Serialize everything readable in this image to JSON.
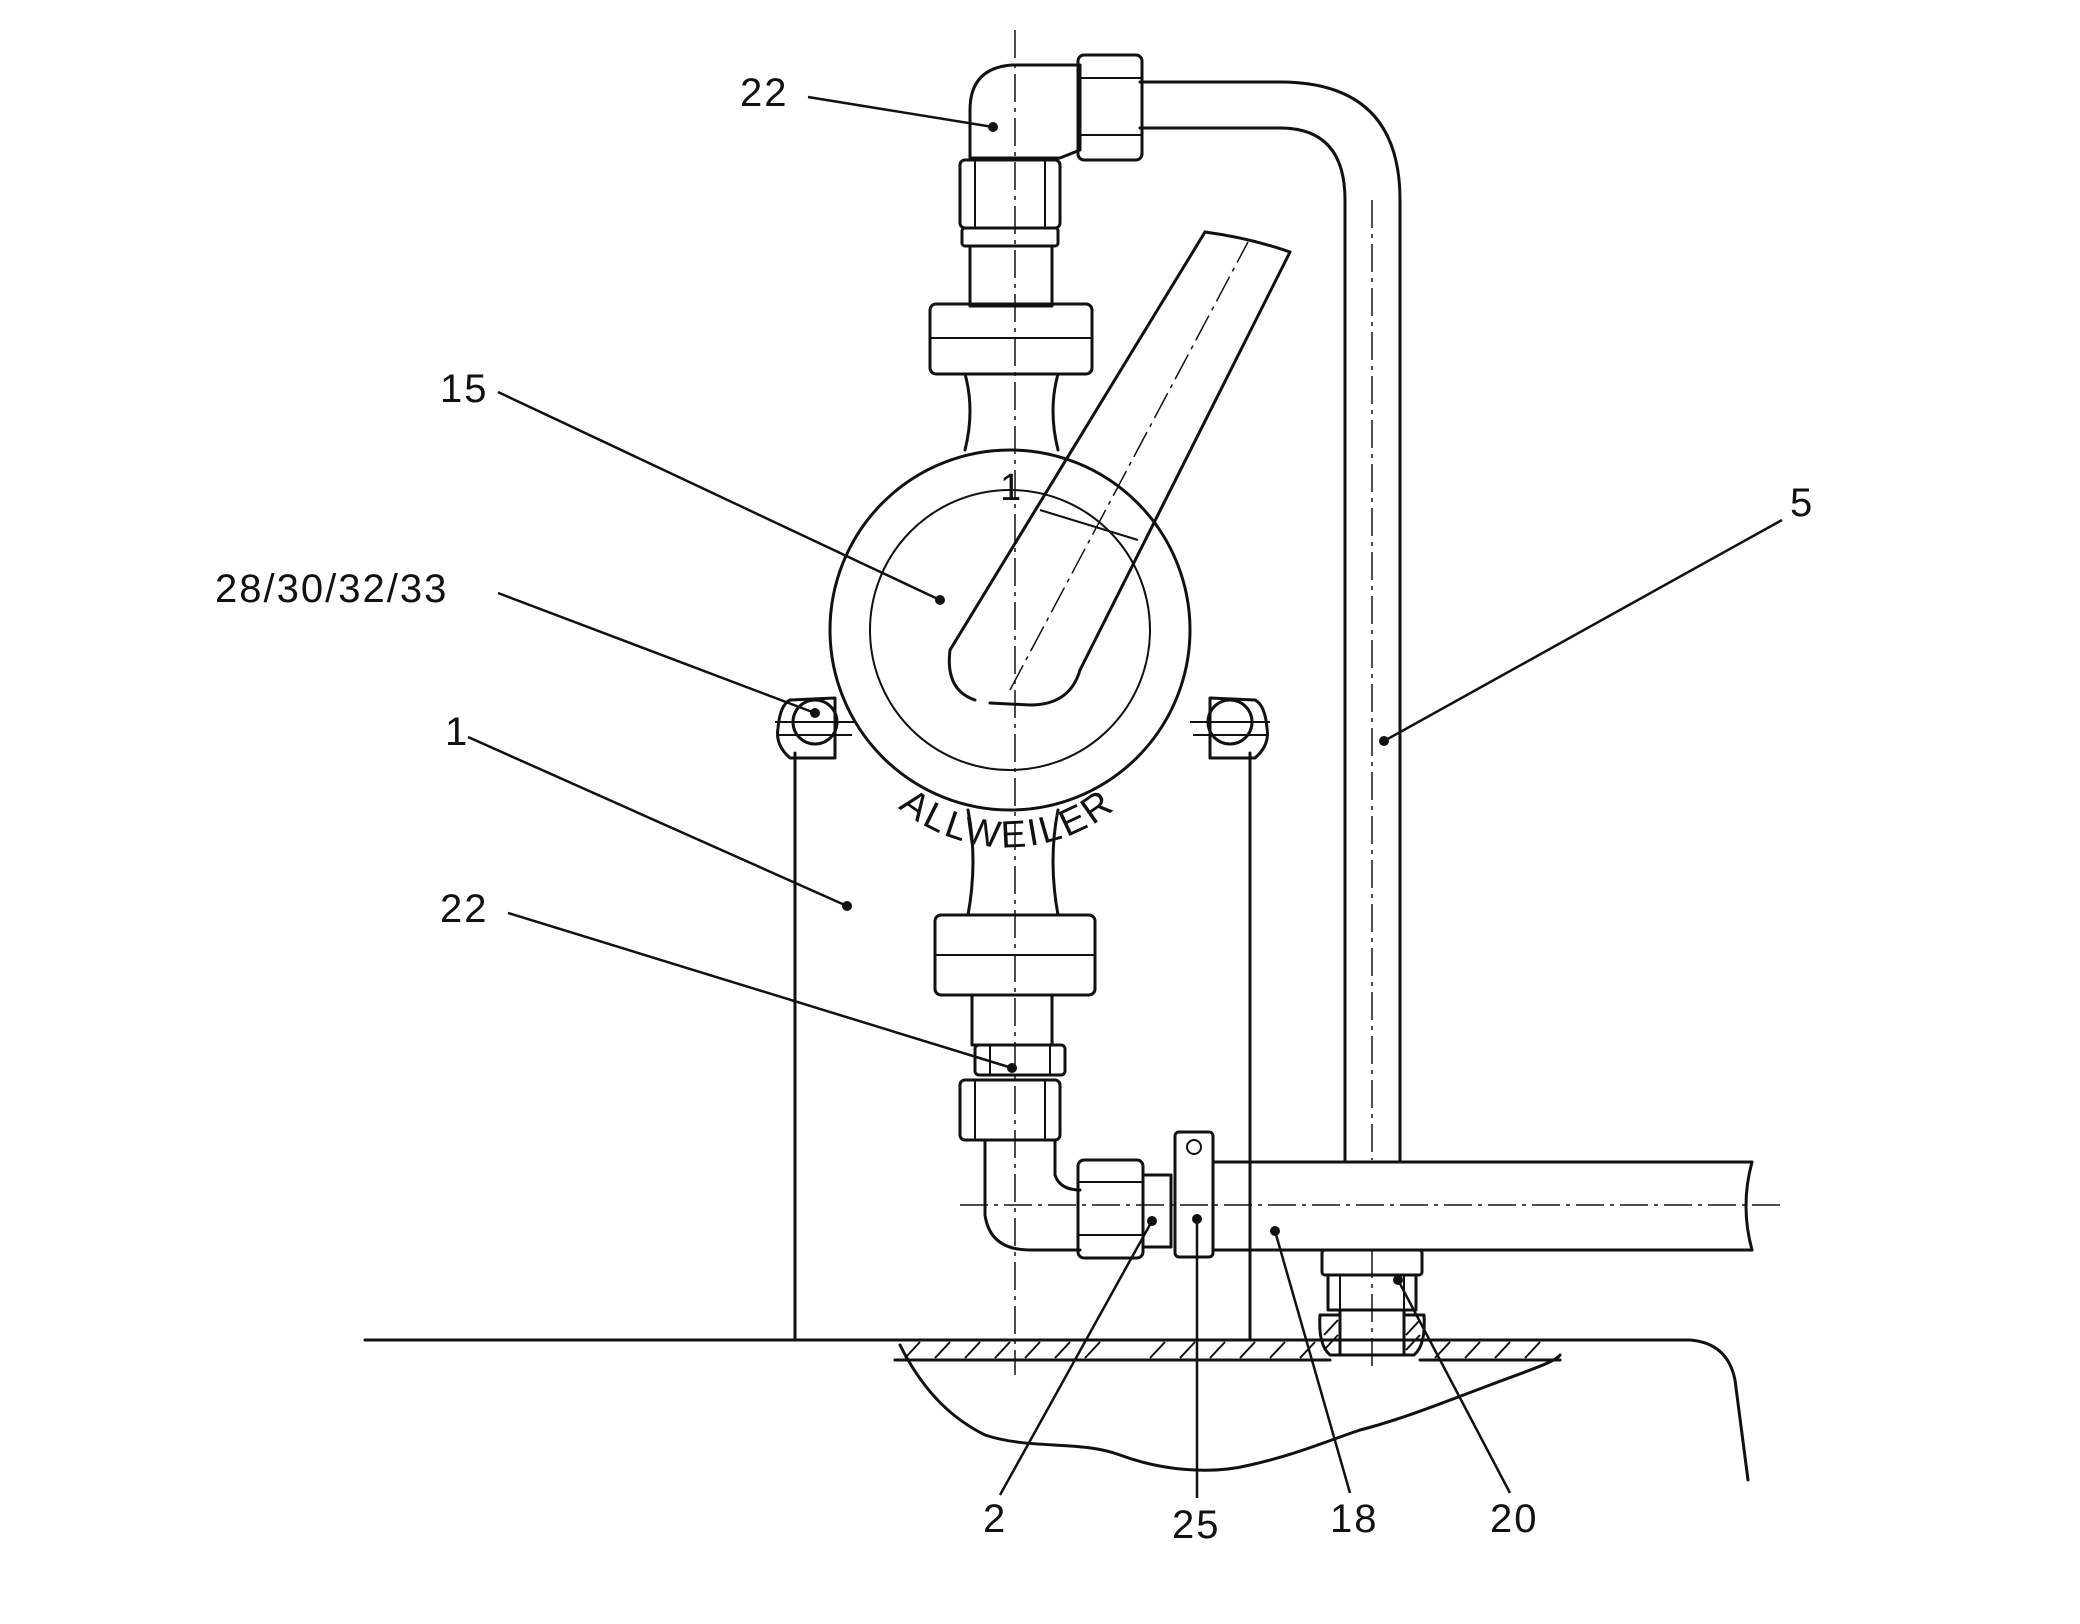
{
  "labels": {
    "top_22": "22",
    "p15": "15",
    "p28": "28/30/32/33",
    "p1": "1",
    "mid_22": "22",
    "p5": "5",
    "p2": "2",
    "p25": "25",
    "p18": "18",
    "p20": "20"
  },
  "pump": {
    "brand": "ALLWEILER",
    "dial_mark": "1"
  }
}
